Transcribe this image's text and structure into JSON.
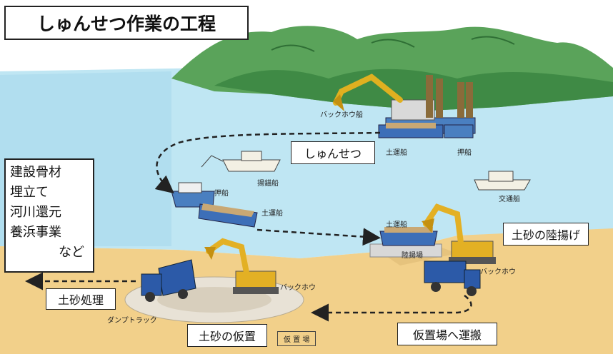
{
  "title": "しゅんせつ作業の工程",
  "process_labels": {
    "dredging": "しゅんせつ",
    "unloading": "土砂の陸揚げ",
    "transport": "仮置場へ運搬",
    "temporary": "土砂の仮置",
    "disposal": "土砂処理"
  },
  "uses": [
    "建設骨材",
    "埋立て",
    "河川還元",
    "養浜事業",
    "など"
  ],
  "equipment_labels": {
    "backhoe_ship": "バックホウ船",
    "barge_top": "土運船",
    "pusher_top": "押船",
    "anchor_ship": "揚錨船",
    "pusher_mid": "押船",
    "barge_mid": "土運船",
    "traffic_ship": "交通船",
    "barge_right": "土運船",
    "unloading_yard": "陸揚場",
    "backhoe_right": "バックホウ",
    "backhoe_left": "バックホウ",
    "dump_truck": "ダンプトラック",
    "temp_yard": "仮 置 場"
  }
}
